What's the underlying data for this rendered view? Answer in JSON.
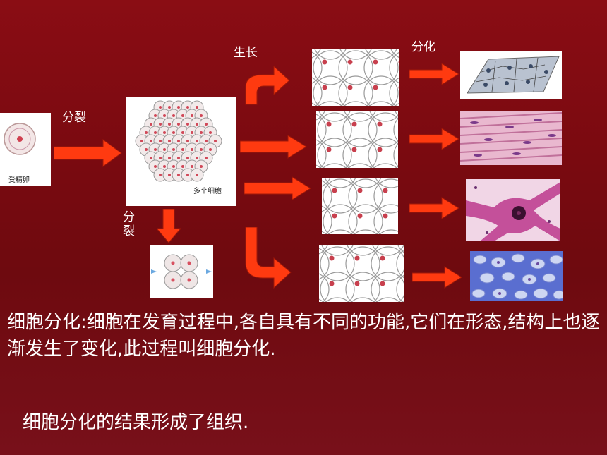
{
  "labels": {
    "divide": "分裂",
    "divide_vertical": "分\n裂",
    "grow": "生长",
    "differentiate": "分化"
  },
  "captions": {
    "fertilized_egg": "受精卵",
    "many_cells": "多个细胞"
  },
  "definition_text": "细胞分化:细胞在发育过程中,各自具有不同的功能,它们在形态,结构上也逐渐发生了变化,此过程叫细胞分化.",
  "result_text": "细胞分化的结果形成了组织.",
  "colors": {
    "background": "#7a0a10",
    "arrow": "#ff3a10",
    "text": "#ffffff"
  }
}
